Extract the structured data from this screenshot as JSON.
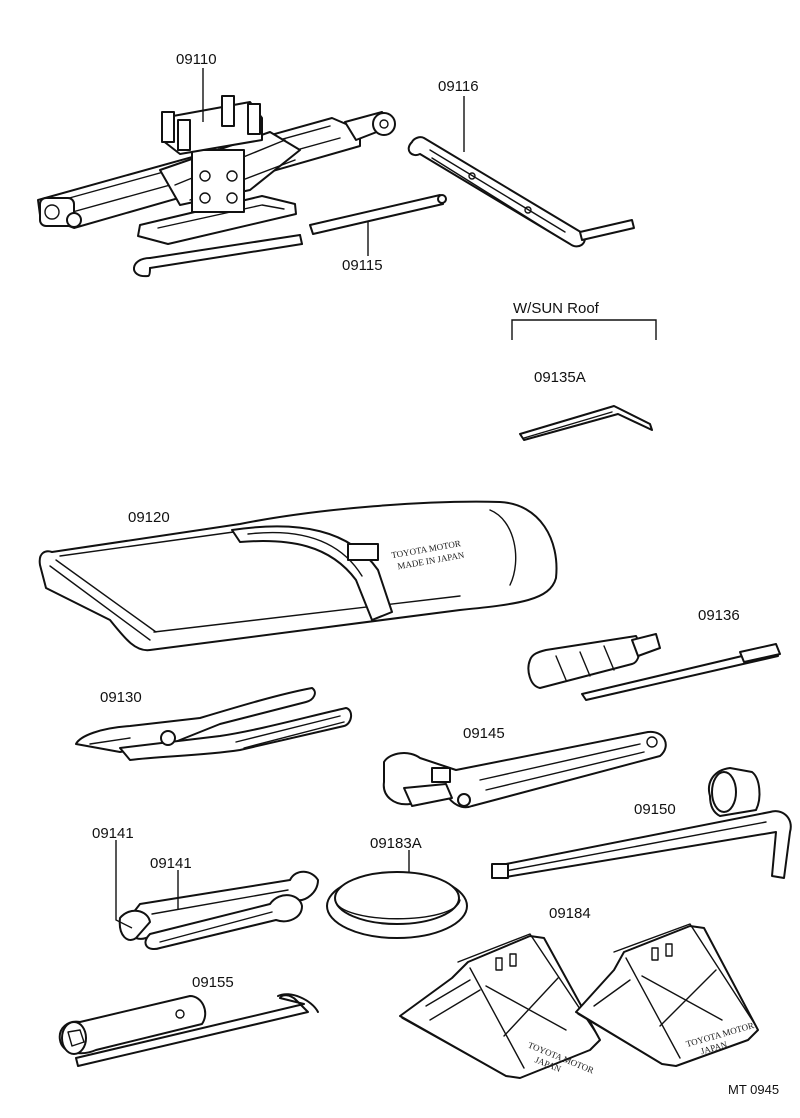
{
  "header": {
    "sun_roof": "W/SUN Roof"
  },
  "parts": {
    "jack": "09110",
    "jack_handle_extension": "09116",
    "jack_handle": "09115",
    "sun_roof_wrench": "09135A",
    "tool_bag": "09120",
    "screwdriver": "09136",
    "pliers": "09130",
    "adjustable_wrench": "09145",
    "open_end_wrench_a": "09141",
    "open_end_wrench_b": "09141",
    "cap": "09183A",
    "wheel_nut_wrench": "09150",
    "wheel_chock": "09184",
    "plug_wrench": "09155"
  },
  "stamps": {
    "bag_brand_line1": "TOYOTA MOTOR",
    "bag_brand_line2": "MADE IN JAPAN",
    "chock_brand_line1": "TOYOTA MOTOR",
    "chock_brand_line2": "JAPAN"
  },
  "footer": {
    "code": "MT 0945"
  }
}
